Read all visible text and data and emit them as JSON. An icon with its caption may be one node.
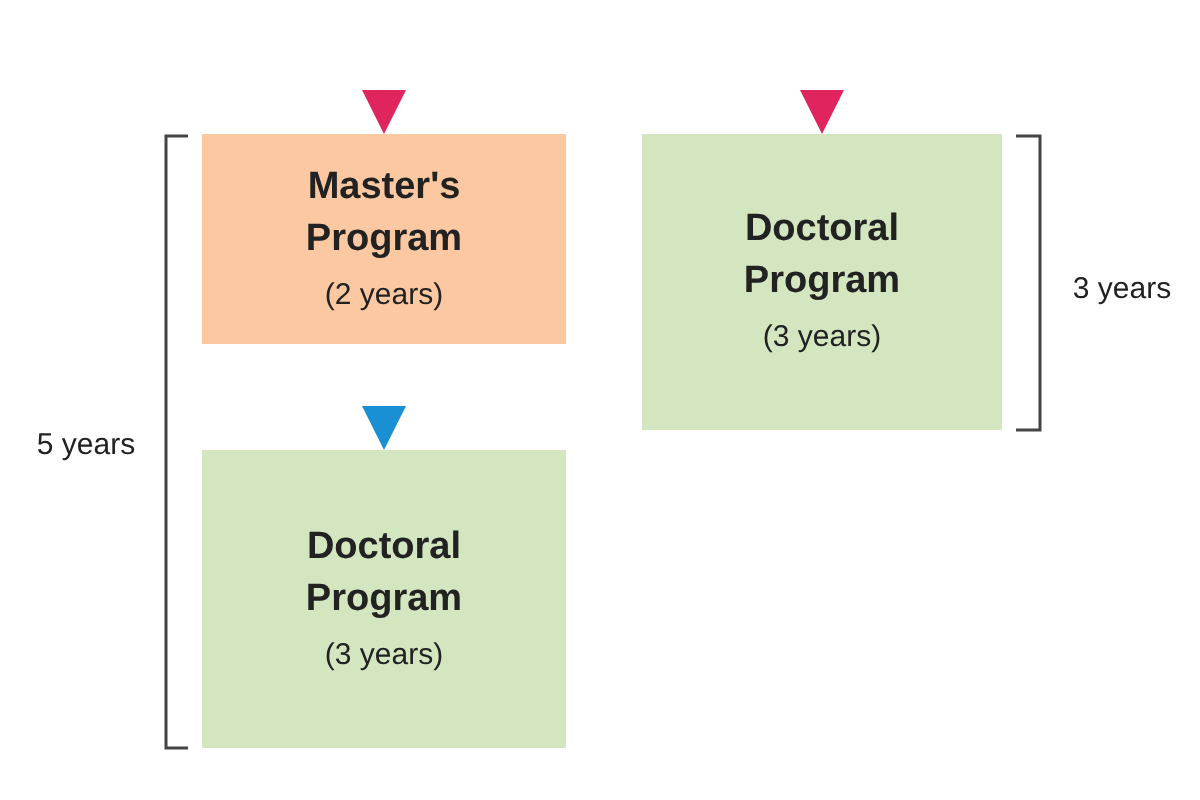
{
  "diagram": {
    "nodes": [
      {
        "text": [
          "Master's Program",
          "(2 years)"
        ]
      },
      {
        "text": [
          "Doctoral Program",
          "(3 years)"
        ]
      },
      {
        "text": [
          "Doctoral Program",
          "(3 years)"
        ]
      }
    ],
    "edges": [
      {
        "from": null,
        "to": 0,
        "arrow": "to"
      },
      {
        "from": 0,
        "to": 1,
        "arrow": "to",
        "color": "#1b8fd4"
      },
      {
        "from": null,
        "to": 2,
        "arrow": "to"
      }
    ],
    "labels": [
      "5 years",
      "3 years"
    ]
  }
}
